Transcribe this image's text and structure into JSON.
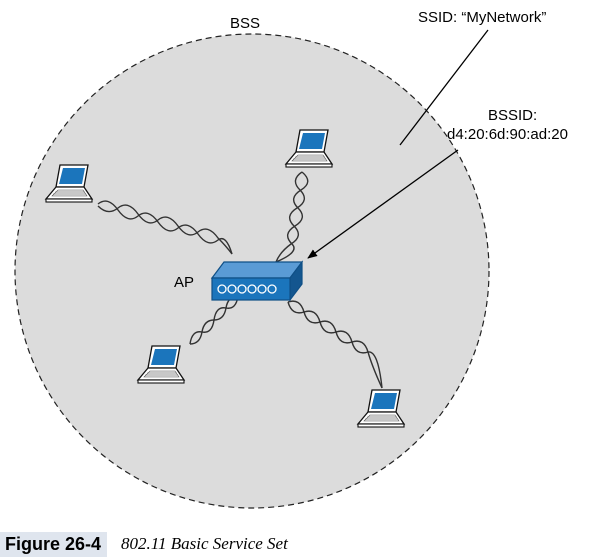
{
  "labels": {
    "bss": "BSS",
    "ssid": "SSID: “MyNetwork”",
    "bssid_title": "BSSID:",
    "bssid_value": "d4:20:6d:90:ad:20",
    "ap": "AP"
  },
  "caption": {
    "number": "Figure 26-4",
    "title": "802.11 Basic Service Set"
  },
  "icons": {
    "access_point": "access-point-icon",
    "client": "laptop-icon"
  },
  "colors": {
    "bss_fill": "#dcdcdc",
    "ap_blue": "#1b75bc",
    "screen_blue": "#1b75bc",
    "caption_highlight": "#dfe5ee"
  }
}
